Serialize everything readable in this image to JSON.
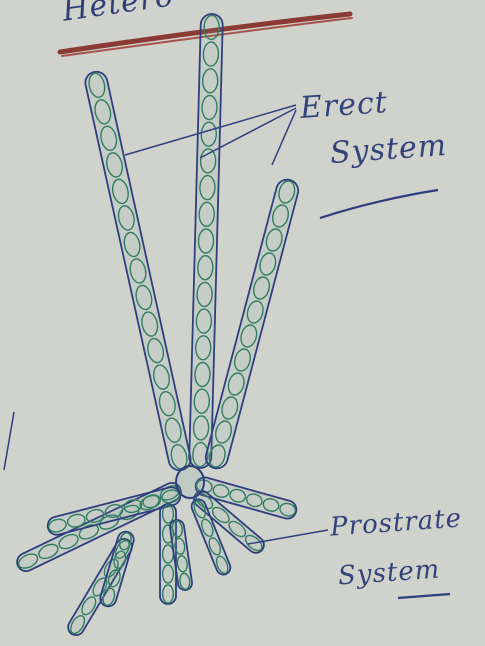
{
  "title": "Hetero",
  "labels": {
    "erect": [
      "Erect",
      "System"
    ],
    "prostrate": [
      "Prostrate",
      "System"
    ]
  },
  "colors": {
    "paper": "#cfd3cc",
    "ink_blue": "#2f3e7e",
    "ink_green": "#2f7d62",
    "red_underline": "#8c3a34"
  }
}
